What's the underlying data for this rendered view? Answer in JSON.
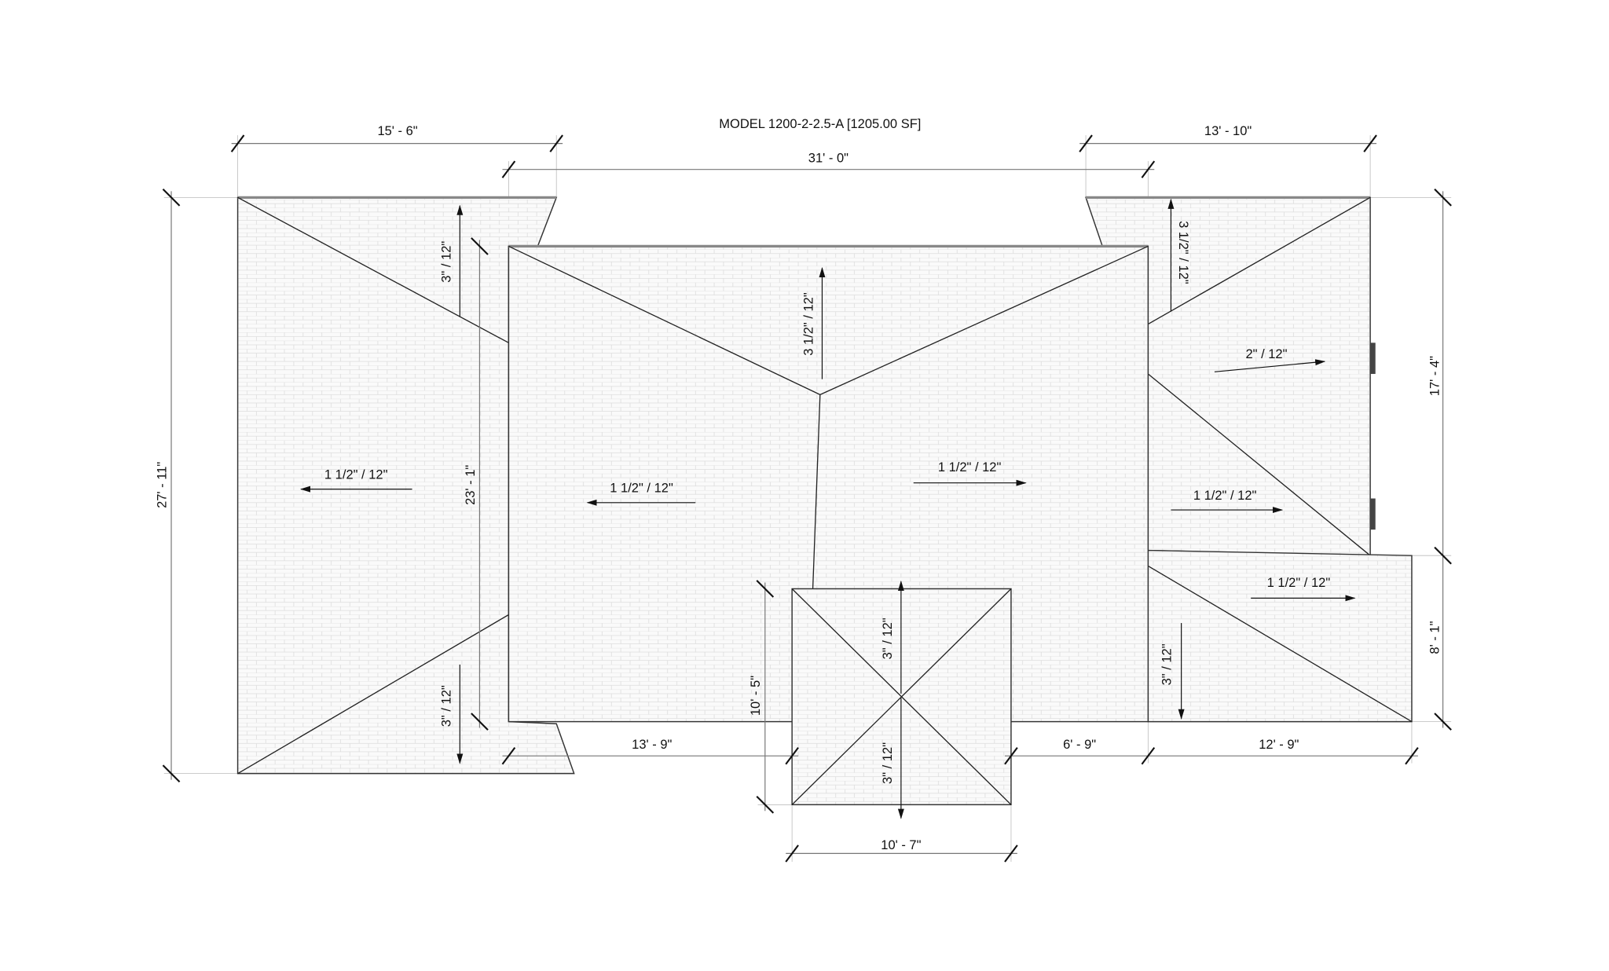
{
  "title": "MODEL 1200-2-2.5-A  [1205.00 SF]",
  "dimensions": {
    "left_wing_width": "15' - 6\"",
    "right_wing_width": "13' - 10\"",
    "main_width": "31' - 0\"",
    "overall_depth": "27' - 11\"",
    "main_depth": "23' - 1\"",
    "right_upper_depth": "17' - 4\"",
    "right_lower_depth": "8' - 1\"",
    "porch_depth": "10' - 5\"",
    "bottom_left_span": "13' - 9\"",
    "bottom_mid_span": "6' - 9\"",
    "bottom_right_span": "12' - 9\"",
    "porch_width": "10' - 7\""
  },
  "pitches": {
    "left_wing_top": "3\" / 12\"",
    "left_wing_bottom": "3\" / 12\"",
    "left_wing_main": "1 1/2\" / 12\"",
    "main_top": "3 1/2\" / 12\"",
    "main_left": "1 1/2\" / 12\"",
    "main_right": "1 1/2\" / 12\"",
    "right_top": "3 1/2\" / 12\"",
    "right_upper": "2\" / 12\"",
    "right_middle": "1 1/2\" / 12\"",
    "right_lower": "1 1/2\" / 12\"",
    "right_lower_left": "3\" / 12\"",
    "porch_top": "3\" / 12\"",
    "porch_bottom": "3\" / 12\""
  }
}
